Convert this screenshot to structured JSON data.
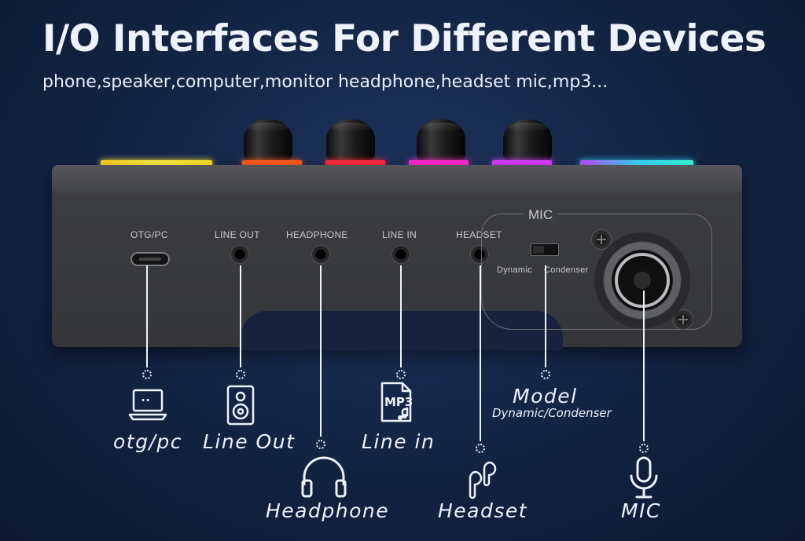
{
  "header": {
    "title": "I/O Interfaces For Different Devices",
    "subtitle": "phone,speaker,computer,monitor headphone,headset mic,mp3..."
  },
  "device": {
    "ports": [
      {
        "id": "otg",
        "label": "OTG/PC"
      },
      {
        "id": "lineout",
        "label": "LINE OUT"
      },
      {
        "id": "headphone",
        "label": "HEADPHONE"
      },
      {
        "id": "linein",
        "label": "LINE IN"
      },
      {
        "id": "headset",
        "label": "HEADSET"
      }
    ],
    "mic_section": {
      "title": "MIC",
      "switch_left": "Dynamic",
      "switch_right": "Condenser"
    },
    "glow_colors": [
      "#ffe835",
      "#ff5a1f",
      "#ff2a3d",
      "#ff2ad0",
      "#d83dff",
      "#39d8ff"
    ]
  },
  "callouts": {
    "otg": {
      "label": "otg/pc",
      "icon": "laptop-icon"
    },
    "lineout": {
      "label": "Line Out",
      "icon": "speaker-icon"
    },
    "headphone": {
      "label": "Headphone",
      "icon": "headphones-icon"
    },
    "linein": {
      "label": "Line in",
      "icon": "mp3-file-icon",
      "icon_text": "MP3"
    },
    "model": {
      "label": "Model",
      "sublabel": "Dynamic/Condenser"
    },
    "headset": {
      "label": "Headset",
      "icon": "earbuds-icon"
    },
    "mic": {
      "label": "MIC",
      "icon": "microphone-icon"
    }
  }
}
